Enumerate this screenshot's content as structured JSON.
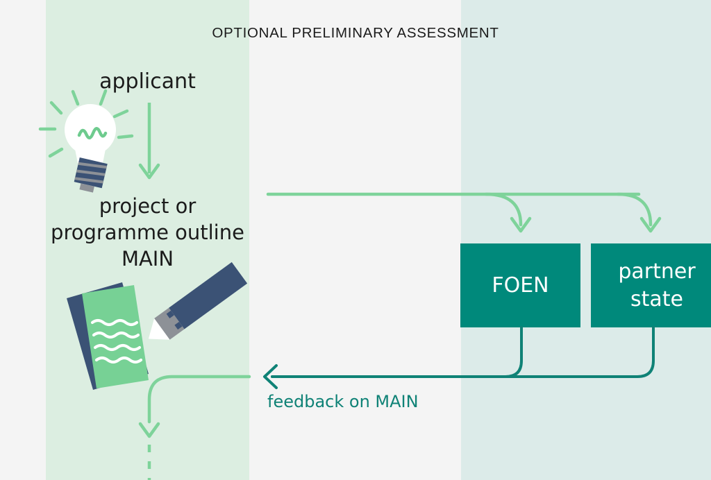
{
  "diagram": {
    "title": "OPTIONAL PRELIMINARY ASSESSMENT",
    "type": "flow-diagram",
    "lanes": [
      {
        "name": "left-margin",
        "fill": "#f4f4f4"
      },
      {
        "name": "applicant-lane",
        "fill": "#dceee1"
      },
      {
        "name": "middle-lane",
        "fill": "#f4f4f4"
      },
      {
        "name": "authority-lane",
        "fill": "#dcebe9"
      }
    ],
    "labels": {
      "applicant": "applicant",
      "outline_line1": "project or",
      "outline_line2": "programme outline",
      "outline_line3": "MAIN",
      "feedback": "feedback on MAIN"
    },
    "boxes": [
      {
        "id": "foen",
        "label": "FOEN"
      },
      {
        "id": "partner",
        "label": "partner\nstate",
        "label_line1": "partner",
        "label_line2": "state"
      }
    ],
    "icons": [
      {
        "name": "lightbulb-icon",
        "meaning": "idea"
      },
      {
        "name": "document-pencil-icon",
        "meaning": "writing the outline"
      }
    ],
    "connectors": [
      {
        "name": "applicant-to-outline-arrow",
        "style": "solid",
        "color": "#7ed39a",
        "direction": "down"
      },
      {
        "name": "outline-to-authorities-line",
        "style": "solid",
        "color": "#7ed39a",
        "direction": "right"
      },
      {
        "name": "branch-to-foen-arrow",
        "style": "solid",
        "color": "#7ed39a",
        "direction": "down"
      },
      {
        "name": "branch-to-partner-arrow",
        "style": "solid",
        "color": "#7ed39a",
        "direction": "down"
      },
      {
        "name": "foen-feedback-connector",
        "style": "solid",
        "color": "#0f8276",
        "direction": "left"
      },
      {
        "name": "partner-feedback-connector",
        "style": "solid",
        "color": "#0f8276",
        "direction": "left"
      },
      {
        "name": "feedback-arrow",
        "style": "solid",
        "color": "#0f8276",
        "direction": "left"
      },
      {
        "name": "continue-down-arrow",
        "style": "solid",
        "color": "#7ed39a",
        "direction": "down"
      },
      {
        "name": "continue-down-dashed",
        "style": "dashed",
        "color": "#7ed39a",
        "direction": "down"
      }
    ],
    "colors": {
      "lane_green": "#dceee1",
      "lane_blue": "#dcebe9",
      "lane_gray": "#f4f4f4",
      "accent_green": "#7ed39a",
      "accent_teal": "#00897b",
      "connector_teal": "#0f8276",
      "navy": "#3b5275",
      "mid_green": "#7ed39a",
      "text_dark": "#1b1b1b",
      "white": "#ffffff",
      "gray": "#8d9197"
    }
  }
}
